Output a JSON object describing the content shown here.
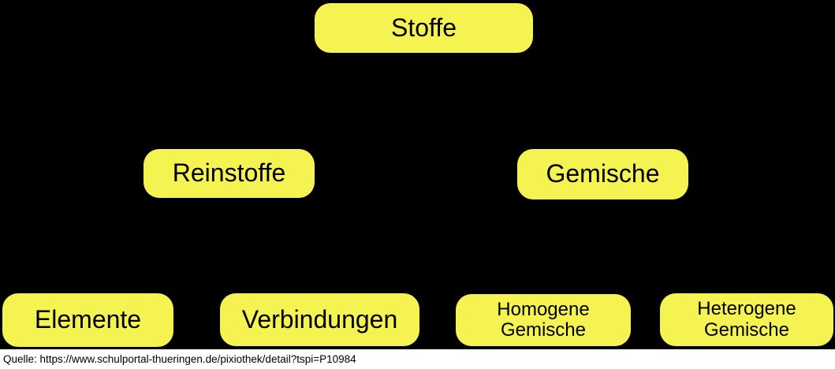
{
  "diagram": {
    "title": "Stoffe-Einteilung (concept tree)",
    "nodes": [
      {
        "id": "stoffe",
        "label": "Stoffe",
        "level": 1
      },
      {
        "id": "reinstoffe",
        "label": "Reinstoffe",
        "level": 2
      },
      {
        "id": "gemische",
        "label": "Gemische",
        "level": 2
      },
      {
        "id": "elemente",
        "label": "Elemente",
        "level": 3
      },
      {
        "id": "verbindungen",
        "label": "Verbindungen",
        "level": 3
      },
      {
        "id": "homogene-gemische",
        "label": "Homogene\nGemische",
        "level": 3
      },
      {
        "id": "heterogene-gemische",
        "label": "Heterogene\nGemische",
        "level": 3
      }
    ]
  },
  "source": {
    "text": "Quelle: https://www.schulportal-thueringen.de/pixiothek/detail?tspi=P10984"
  },
  "colors": {
    "background": "#000000",
    "node_fill": "#f4f351",
    "node_text": "#000000",
    "source_bar_bg": "#ffffff",
    "source_text": "#000000"
  }
}
